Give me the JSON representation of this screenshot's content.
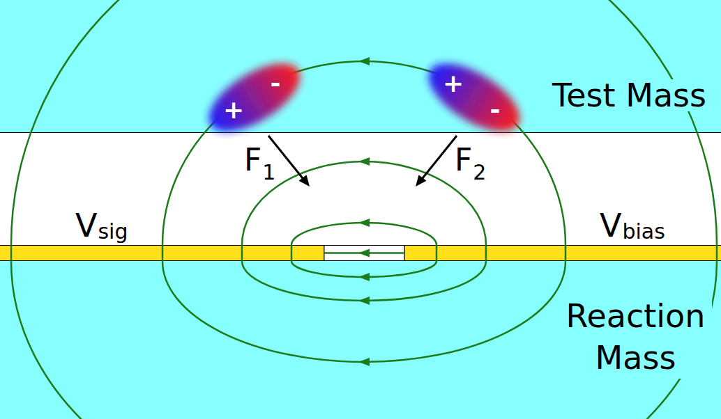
{
  "diagram": {
    "nodes": [
      {
        "text": [
          "Test Mass"
        ]
      },
      {
        "text": [
          "Reaction Mass"
        ]
      }
    ],
    "labels": [
      "+",
      "-",
      "+",
      "-",
      "F",
      "1",
      "F",
      "2",
      "V",
      "sig",
      "V",
      "bias"
    ]
  }
}
